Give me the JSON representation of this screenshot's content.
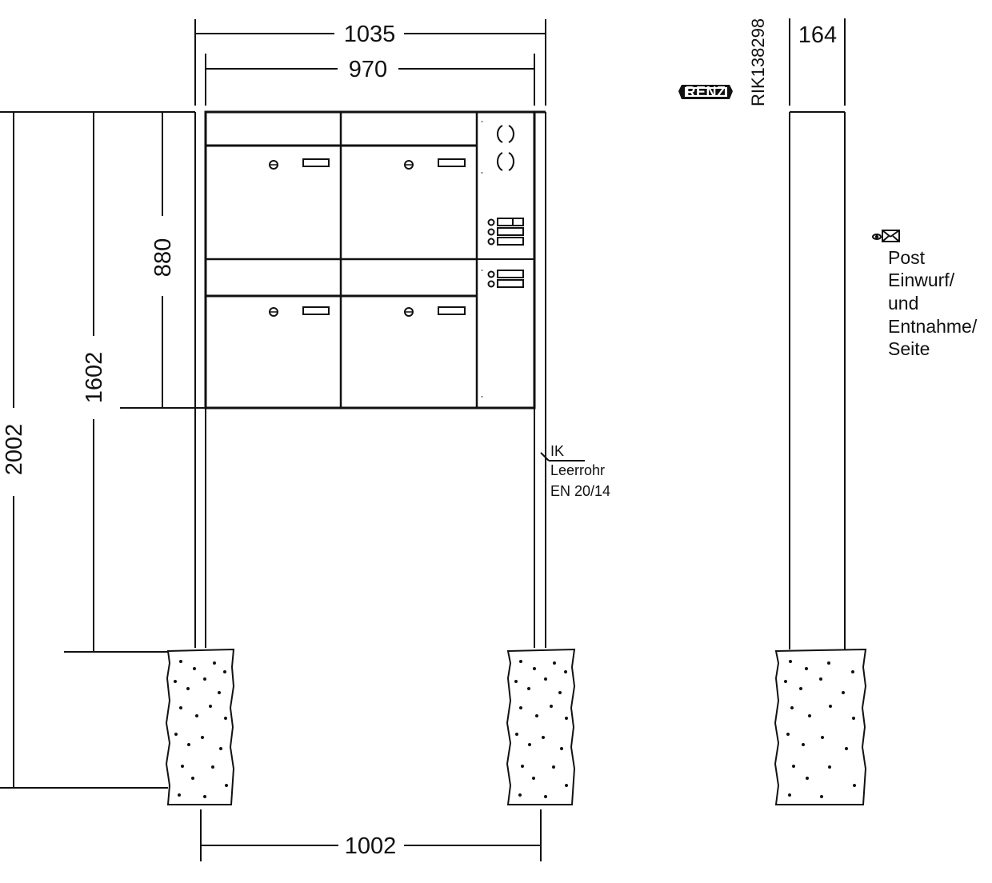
{
  "dimensions": {
    "total_width": "1035",
    "module_width": "970",
    "front_height": "880",
    "mount_height": "1602",
    "total_height": "2002",
    "foundation_spacing": "1002",
    "side_depth": "164"
  },
  "product": {
    "logo_text": "RENZ",
    "code": "RIK138298"
  },
  "cable_note": {
    "line1": "IK",
    "line2": "Leerrohr",
    "line3": "EN 20/14"
  },
  "side_note": {
    "line1": "Post",
    "line2": "Einwurf/",
    "line3": "und",
    "line4": "Entnahme/",
    "line5": "Seite"
  },
  "colors": {
    "line": "#111111",
    "background": "#ffffff"
  },
  "icons": {
    "feed_access": "eye-envelope-icon",
    "speaker": "speaker-grille-icon",
    "bells": "bell-button-icon"
  }
}
